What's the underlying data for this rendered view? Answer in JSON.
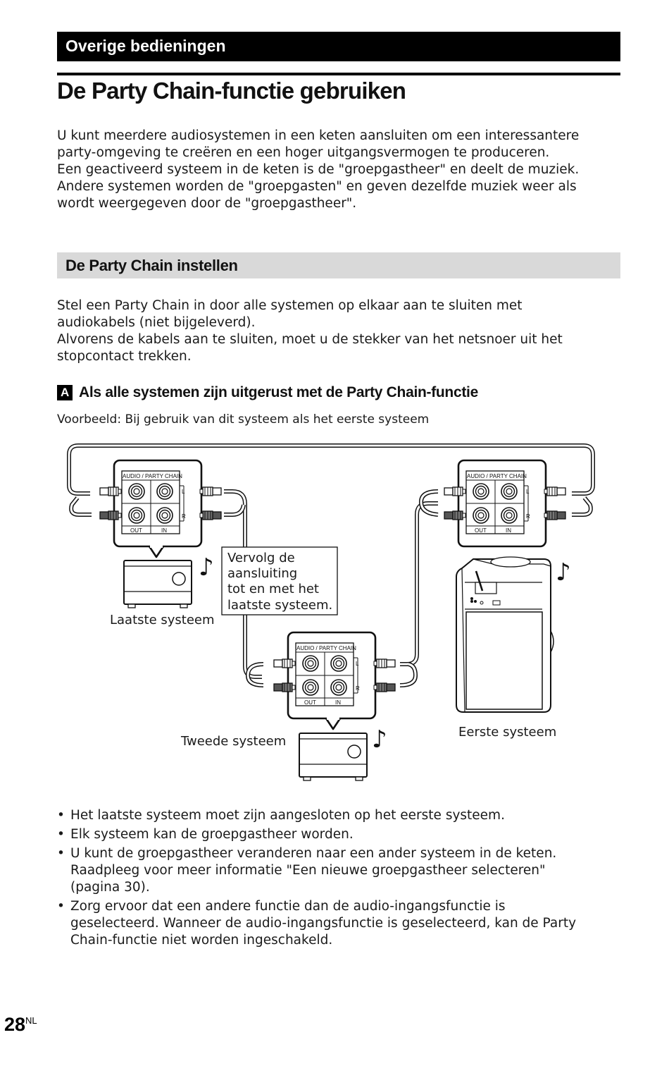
{
  "header": {
    "section": "Overige bedieningen",
    "title": "De Party Chain-functie gebruiken"
  },
  "intro": {
    "lines": [
      "U kunt meerdere audiosystemen in een keten aansluiten om een interessantere",
      "party-omgeving te creëren en een hoger uitgangsvermogen te produceren.",
      "Een geactiveerd systeem in de keten is de \"groepgastheer\" en deelt de muziek.",
      "Andere systemen worden de \"groepgasten\" en geven dezelfde muziek weer als",
      "wordt weergegeven door de \"groepgastheer\"."
    ]
  },
  "setup": {
    "heading": "De Party Chain instellen",
    "lines": [
      "Stel een Party Chain in door alle systemen op elkaar aan te sluiten met",
      "audiokabels (niet bijgeleverd).",
      "Alvorens de kabels aan te sluiten, moet u de stekker van het netsnoer uit het",
      "stopcontact trekken."
    ]
  },
  "case_a": {
    "badge": "A",
    "heading": "Als alle systemen zijn uitgerust met de Party Chain-functie",
    "example": "Voorbeeld: Bij gebruik van dit systeem als het eerste systeem"
  },
  "diagram": {
    "panel_title": "AUDIO / PARTY CHAIN",
    "out_label": "OUT",
    "in_label": "IN",
    "l_label": "L",
    "r_label": "R",
    "last_system": "Laatste systeem",
    "second_system": "Tweede systeem",
    "first_system": "Eerste systeem",
    "callout_lines": [
      "Vervolg de",
      "aansluiting",
      "tot en met het",
      "laatste systeem."
    ],
    "note_symbol": "♪"
  },
  "bullets": [
    {
      "lines": [
        "Het laatste systeem moet zijn aangesloten op het eerste systeem."
      ]
    },
    {
      "lines": [
        "Elk systeem kan de groepgastheer worden."
      ]
    },
    {
      "lines": [
        "U kunt de groepgastheer veranderen naar een ander systeem in de keten.",
        "Raadpleeg voor meer informatie \"Een nieuwe groepgastheer selecteren\"",
        "(pagina 30)."
      ]
    },
    {
      "lines": [
        "Zorg ervoor dat een andere functie dan de audio-ingangsfunctie is",
        "geselecteerd. Wanneer de audio-ingangsfunctie is geselecteerd, kan de Party",
        "Chain-functie niet worden ingeschakeld."
      ]
    }
  ],
  "footer": {
    "page_number": "28",
    "lang": "NL"
  }
}
